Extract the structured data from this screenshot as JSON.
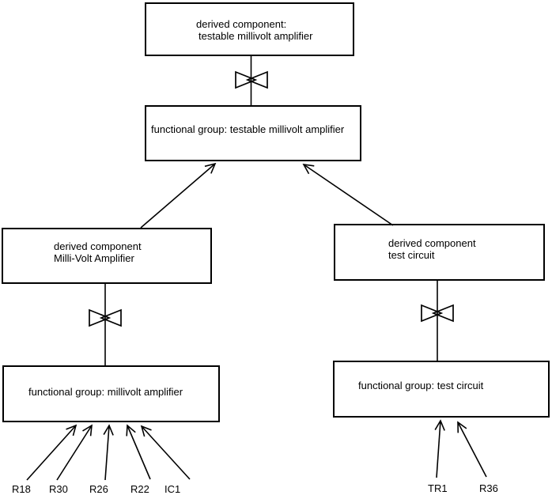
{
  "canvas": {
    "background_color": "#ffffff",
    "line_color": "#000000"
  },
  "nodes": {
    "derived_testable": {
      "line1": "derived component:",
      "line2": "testable millivolt amplifier"
    },
    "func_testable": {
      "label": "functional group: testable millivolt amplifier"
    },
    "derived_millivolt": {
      "line1": "derived component",
      "line2": "Milli-Volt Amplifier"
    },
    "func_millivolt": {
      "label": "functional group: millivolt amplifier"
    },
    "derived_test": {
      "line1": "derived component",
      "line2": "test circuit"
    },
    "func_test": {
      "label": "functional group: test circuit"
    }
  },
  "components": {
    "millivolt": [
      "R18",
      "R30",
      "R26",
      "R22",
      "IC1"
    ],
    "test": [
      "TR1",
      "R36"
    ]
  }
}
